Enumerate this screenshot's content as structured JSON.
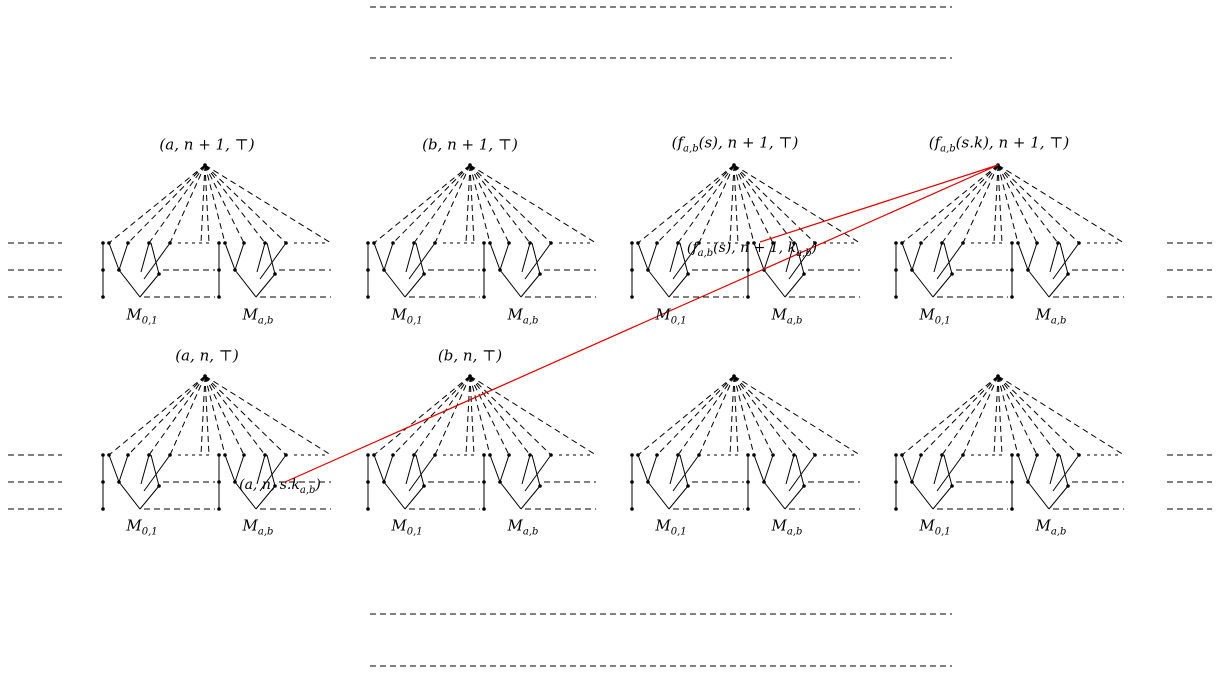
{
  "top_row": {
    "roots": [
      {
        "id": "a-np1",
        "main": "(a, n + 1, ⊤)"
      },
      {
        "id": "b-np1",
        "main": "(b, n + 1, ⊤)"
      },
      {
        "id": "fs-np1",
        "pre": "(f",
        "sub": "a,b",
        "post": "(s), n + 1, ⊤)"
      },
      {
        "id": "fsk-np1",
        "pre": "(f",
        "sub": "a,b",
        "post": "(s.k), n + 1, ⊤)"
      }
    ]
  },
  "bottom_row": {
    "roots": [
      {
        "id": "a-n",
        "main": "(a, n, ⊤)"
      },
      {
        "id": "b-n",
        "main": "(b, n, ⊤)"
      }
    ]
  },
  "subtree_labels": {
    "left": {
      "pre": "M",
      "sub": "0,1"
    },
    "right": {
      "pre": "M",
      "sub": "a,b"
    }
  },
  "annotations": {
    "upper": {
      "pre": "(f",
      "sub1": "a,b",
      "mid": "(s), n + 1, k",
      "sub2": "a,b",
      "post": ")"
    },
    "lower": {
      "pre": "(a, n, s.k",
      "sub": "a,b",
      "post": ")"
    }
  },
  "colors": {
    "line": "#000000",
    "edge": "#e00000"
  }
}
